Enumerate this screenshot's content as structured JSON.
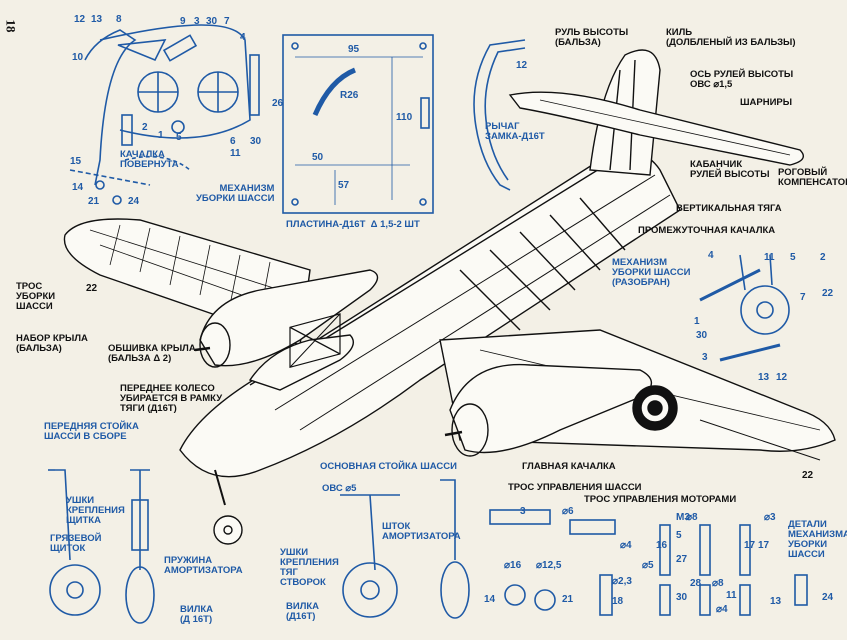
{
  "page_number": "18",
  "labels": {
    "rudder_elevator": "РУЛЬ ВЫСОТЫ\n(БАЛЬЗА)",
    "fin": "КИЛЬ\n(ДОЛБЛЕНЫЙ ИЗ БАЛЬЗЫ)",
    "elevator_axis": "ОСЬ РУЛЕЙ ВЫСОТЫ\nОВС ⌀1,5",
    "hinges": "ШАРНИРЫ",
    "horn_balance": "РОГОВЫЙ\nКОМПЕНСАТОР",
    "elevator_horn": "КАБАНЧИК\nРУЛЕЙ ВЫСОТЫ",
    "vertical_rod": "ВЕРТИКАЛЬНАЯ ТЯГА",
    "intermediate_rocker": "ПРОМЕЖУТОЧНАЯ КАЧАЛКА",
    "gear_mechanism_exploded": "МЕХАНИЗМ\nУБОРКИ ШАССИ\n(РАЗОБРАН)",
    "gear_mechanism": "МЕХАНИЗМ\nУБОРКИ ШАССИ",
    "plate": "ПЛАСТИНА-Д16Т  δ 1,5-2 шт",
    "lock_lever": "РЫЧАГ\nЗАМКА-Д16Т",
    "rocker_turned": "КАЧАЛКА\nПОВЕРНУТА",
    "retract_cable": "ТРОС\nУБОРКИ\nШАССИ",
    "wing_frame": "НАБОР КРЫЛА\n(БАЛЬЗА)",
    "wing_skin": "ОБШИВКА КРЫЛА\n(БАЛЬЗА δ 2)",
    "nose_wheel": "ПЕРЕДНЕЕ КОЛЕСО\nУБИРАЕТСЯ В РАМКУ\nТЯГИ (Д16Т)",
    "nose_strut": "ПЕРЕДНЯЯ СТОЙКА\nШАССИ В СБОРЕ",
    "flap_lugs": "УШКИ\nКРЕПЛЕНИЯ\nЩИТКА",
    "mud_guard": "ГРЯЗЕВОЙ\nЩИТОК",
    "shock_spring": "ПРУЖИНА\nАМОРТИЗАТОРА",
    "fork1": "ВИЛКА\n(Д 16Т)",
    "main_strut": "ОСНОВНАЯ СТОЙКА ШАССИ",
    "ovs5": "ОВС ⌀5",
    "shock_rod": "ШТОК\nАМОРТИЗАТОРА",
    "door_lugs": "УШКИ\nКРЕПЛЕНИЯ\nТЯГ\nСТВОРОК",
    "fork2": "ВИЛКА\n(Д16Т)",
    "main_rocker": "ГЛАВНАЯ КАЧАЛКА",
    "gear_cable": "ТРОС УПРАВЛЕНИЯ ШАССИ",
    "engine_cable": "ТРОС УПРАВЛЕНИЯ МОТОРАМИ",
    "mechanism_details": "ДЕТАЛИ\nМЕХАНИЗМА\nУБОРКИ\nШАССИ"
  },
  "numbers": {
    "n12a": "12",
    "n13a": "13",
    "n8": "8",
    "n9": "9",
    "n3a": "3",
    "n30a": "30",
    "n7a": "7",
    "n4a": "4",
    "n10": "10",
    "n2": "2",
    "n1a": "1",
    "n5a": "5",
    "n6": "6",
    "n11a": "11",
    "n30b": "30",
    "n15": "15",
    "n14a": "14",
    "n21a": "21",
    "n24a": "24",
    "n26": "26",
    "n95": "95",
    "nR26": "R26",
    "n110": "110",
    "n50": "50",
    "n57": "57",
    "n12b": "12",
    "n22a": "22",
    "n22b": "22",
    "e4": "4",
    "e11": "11",
    "e5": "5",
    "e2": "2",
    "e1": "1",
    "e7": "7",
    "e30": "30",
    "e3": "3",
    "e13": "13",
    "e12": "12",
    "e22": "22",
    "d3": "3",
    "d6": "⌀6",
    "d4": "⌀4",
    "d16": "⌀16",
    "d125": "⌀12,5",
    "d21": "21",
    "d14": "14",
    "d23": "⌀2,3",
    "d18": "18",
    "d5a": "⌀5",
    "d27": "27",
    "d17": "17",
    "d8a": "⌀8",
    "d8b": "⌀8",
    "d28": "28",
    "d4b": "⌀4",
    "d11": "11",
    "d13": "13",
    "d24": "24",
    "dM": "M3",
    "d30": "30",
    "d5b": "5",
    "d3b": "⌀3",
    "d17b": "17",
    "d16b": "16"
  },
  "colors": {
    "ink": "#111111",
    "blue": "#1f5aa6",
    "paper": "#f3f0e6"
  }
}
